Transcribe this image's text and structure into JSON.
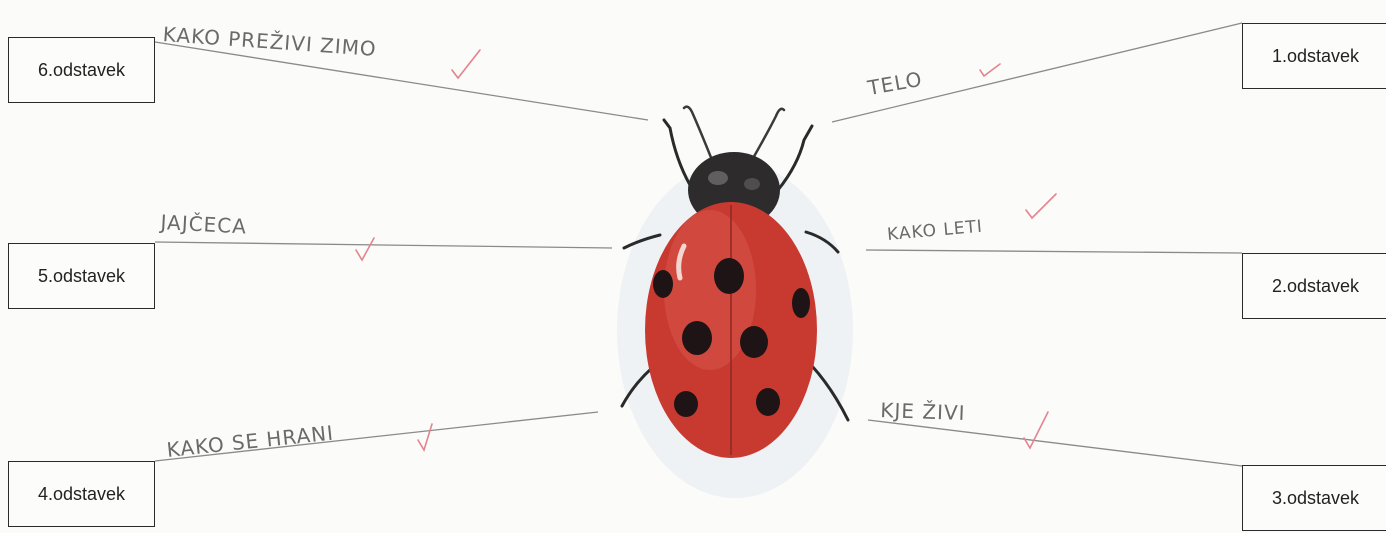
{
  "paragraph_boxes": [
    {
      "id": "1",
      "label": "1.odstavek"
    },
    {
      "id": "2",
      "label": "2.odstavek"
    },
    {
      "id": "3",
      "label": "3.odstavek"
    },
    {
      "id": "4",
      "label": "4.odstavek"
    },
    {
      "id": "5",
      "label": "5.odstavek"
    },
    {
      "id": "6",
      "label": "6.odstavek"
    }
  ],
  "handwritten_labels": {
    "p1": "TELO",
    "p2": "KAKO LETI",
    "p3": "KJE ŽIVI",
    "p4": "KAKO SE HRANI",
    "p5": "JAJČECA",
    "p6": "KAKO PREŽIVI ZIMO"
  },
  "colors": {
    "line": "#8a8a8a",
    "checkmark": "#e3848e",
    "ladybug_shell": "#c83a30",
    "ladybug_spots": "#1e1416"
  }
}
